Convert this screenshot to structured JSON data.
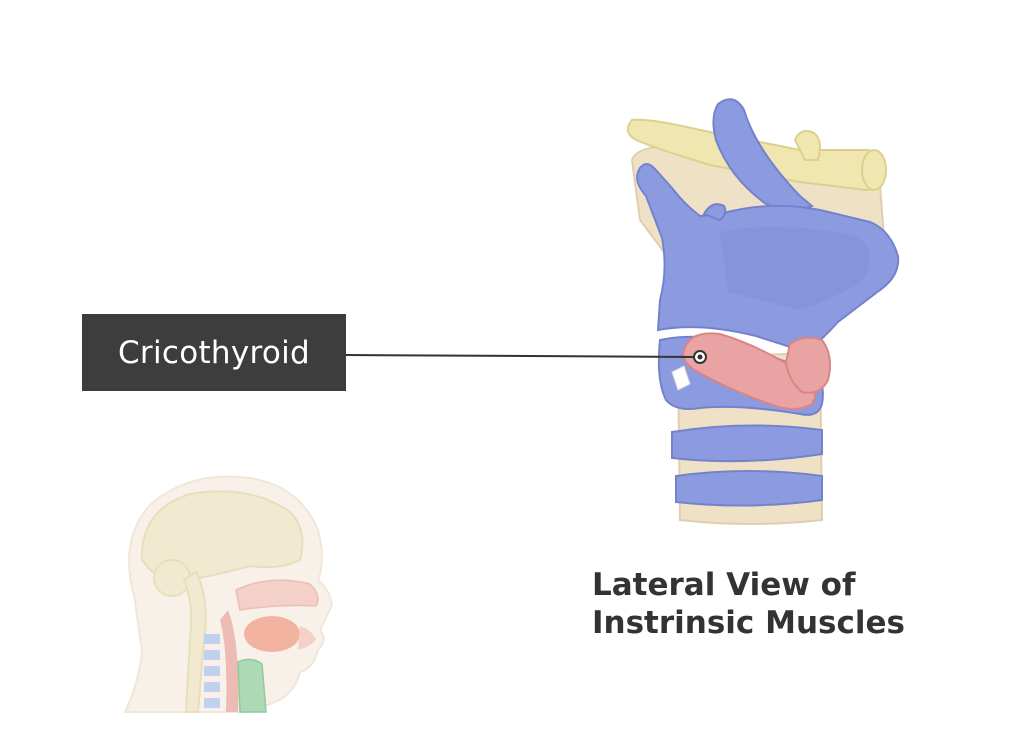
{
  "label": {
    "text": "Cricothyroid"
  },
  "caption": {
    "line1": "Lateral View of",
    "line2": "Instrinsic Muscles"
  },
  "colors": {
    "label_bg": "#3d3d3d",
    "label_text": "#ffffff",
    "caption_text": "#333333",
    "cartilage_blue": "#8c9be0",
    "cartilage_blue_dark": "#7482cc",
    "bone_tan": "#efe1c6",
    "hyoid_yellow": "#f0e6b0",
    "muscle_pink": "#eaa3a3",
    "muscle_pink_dark": "#d98585",
    "leader_line": "#333333"
  },
  "icons": {
    "head_reference": "sagittal-head-icon"
  }
}
